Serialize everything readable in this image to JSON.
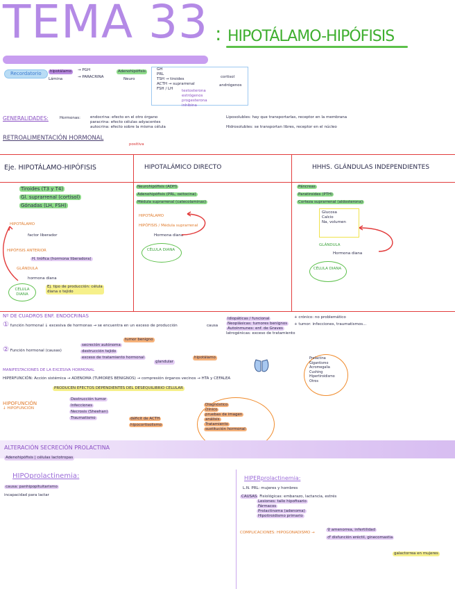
{
  "header": {
    "title": "TEMA 33",
    "subtitle": "HIPOTÁLAMO-HIPÓFISIS"
  },
  "top": {
    "recordatorio": "Recordatorio",
    "hipotalamo_pill": "hipotálamo",
    "lamina": "Lámina",
    "pgh": "PGH",
    "paracrina": "PARACRINA",
    "adenohipofisis": "Adenohipófisis",
    "neuro": "Neuro",
    "gh": "GH",
    "prl": "PRL",
    "tsh": "TSH → tiroides",
    "acth": "ACTH → suprarrenal",
    "gonad": "FSH / LH",
    "cortisol": "cortisol",
    "androgenos": "andrógenos",
    "list_items": [
      "testosterona",
      "estrógenos",
      "progesterona",
      "inhibina"
    ],
    "generalidades": "GENERALIDADES:",
    "hormonas": "Hormonas:",
    "line1": "endocrina: efecto en el otro órgano",
    "line2": "paracrina: efecto células adyacentes",
    "line3": "autocrina: efecto sobre la misma célula",
    "liposolubles": "Liposolubles: hay que transportarlas, receptor en la membrana",
    "hidrosolubles": "Hidrosolubles: se transportan libres, receptor en el núcleo",
    "retro": "RETROALIMENTACIÓN HORMONAL",
    "retro_note": "positiva"
  },
  "columns": {
    "c1_title": "Eje. HIPOTÁLAMO-HIPÓFISIS",
    "c2_title": "HIPOTALÁMICO DIRECTO",
    "c3_title": "HHHS. GLÁNDULAS INDEPENDIENTES",
    "c1": {
      "items": [
        "Tiroides (T3 y T4)",
        "Gl. suprarrenal (cortisol)",
        "Gónadas (LH, FSH)"
      ],
      "hipotalamo": "HIPOTÁLAMO",
      "factor": "factor liberador",
      "hipofisis": "HIPÓFISIS ANTERIOR",
      "trofica": "H. trófica (hormona liberadora)",
      "glandula": "GLÁNDULA",
      "hormona": "hormona diana",
      "celula": "CÉLULA DIANA",
      "note": "Ej. tipo de producción: célula diana o tejido"
    },
    "c2": {
      "items": [
        "Neurohipófisis (ADH)",
        "Adenohipófisis (PRL, oxitocina)",
        "Médula suprarrenal (catecolaminas)"
      ],
      "hipotalamo": "HIPOTÁLAMO",
      "hipofisis": "HIPÓFISIS / Médula suprarrenal",
      "hormona": "Hormona diana",
      "celula": "CÉLULA DIANA"
    },
    "c3": {
      "items": [
        "Páncreas",
        "Paratiroides (PTH)",
        "Corteza suprarrenal (aldosterona)"
      ],
      "box": [
        "Glucosa",
        "Calcio",
        "Na, volumen"
      ],
      "glandula": "GLÁNDULA",
      "hormona": "Hormona diana",
      "celula": "CÉLULA DIANA"
    }
  },
  "mid": {
    "title": "Nº DE CUADROS ENF. ENDOCRINAS",
    "l1a": "función hormonal",
    "l1b": "↓ excesiva de hormonas → se encuentra en un exceso de producción",
    "causas": "causa",
    "r1": "Idiopáticas / funcional",
    "r2": "Neoplásicas: tumores benignos",
    "r3": "Autoinmunes: enf. de Graves",
    "r4": "Iatrogénicas: exceso de tratamiento",
    "r_a": "+ crónico: no problemático",
    "r_b": "+ tumor: infecciones, traumatismos...",
    "l2": "Función hormonal (causas)",
    "c2a": "tumor benigno",
    "c2b": "secreción autónoma",
    "c2c": "destrucción tejido",
    "c2d": "exceso de tratamiento hormonal",
    "sel": "glandular",
    "sel2": "hipotálamo",
    "manifest": "MANIFESTACIONES DE LA EXCESIVA HORMONAL",
    "mline": "HIPERFUNCIÓN: Acción sistémica → ADENOMA (TUMORES BENIGNOS) → compresión órganos vecinos → HTA y CEFALEA",
    "strip": "PRODUCEN EFECTOS DEPENDIENTES DEL DESEQUILIBRIO CELULAR",
    "right_oval": [
      "Prolactina",
      "Gigantismo",
      "Acromegalia",
      "Cushing",
      "Hipertiroidismo",
      "Otros"
    ],
    "hipo": "HIPOFUNCIÓN",
    "hipo2": "↓ HIPOFUNCIÓN",
    "hipo_items": [
      "Destrucción tumor",
      "Infecciones",
      "Necrosis (Sheehan)",
      "Traumatismo"
    ],
    "hipo_r": [
      "déficit de ACTH",
      "hipocortisolismo"
    ],
    "oval2": [
      "Diagnóstico",
      "clínico",
      "pruebas de imagen",
      "análisis",
      "Tratamiento",
      "sustitución hormonal"
    ]
  },
  "bottom": {
    "band": "ALTERACIÓN SECRECIÓN PROLACTINA",
    "sub": "Adenohipófisis | células lactotropas",
    "hipo_title": "HIPOprolactinemia:",
    "hipo_causa": "causa: panhipopituitarismo",
    "hipo_note": "incapacidad para lactar",
    "hiper_title": "HIPERprolactinemia:",
    "hiper_l1": "L.N. PRL: mujeres y hombres",
    "hiper_causes": [
      "Fisiológicas: embarazo, lactancia, estrés",
      "Lesiones: tallo hipofisario",
      "Fármacos",
      "Prolactinoma (adenoma)",
      "Hipotiroidismo primario"
    ],
    "complic": "COMPLICACIONES: HIPOGONADISMO →",
    "complic_a": "♀ amenorrea, infertilidad",
    "complic_b": "♂ disfunción eréctil, ginecomastia",
    "bottom_note": "galactorrea en mujeres"
  }
}
